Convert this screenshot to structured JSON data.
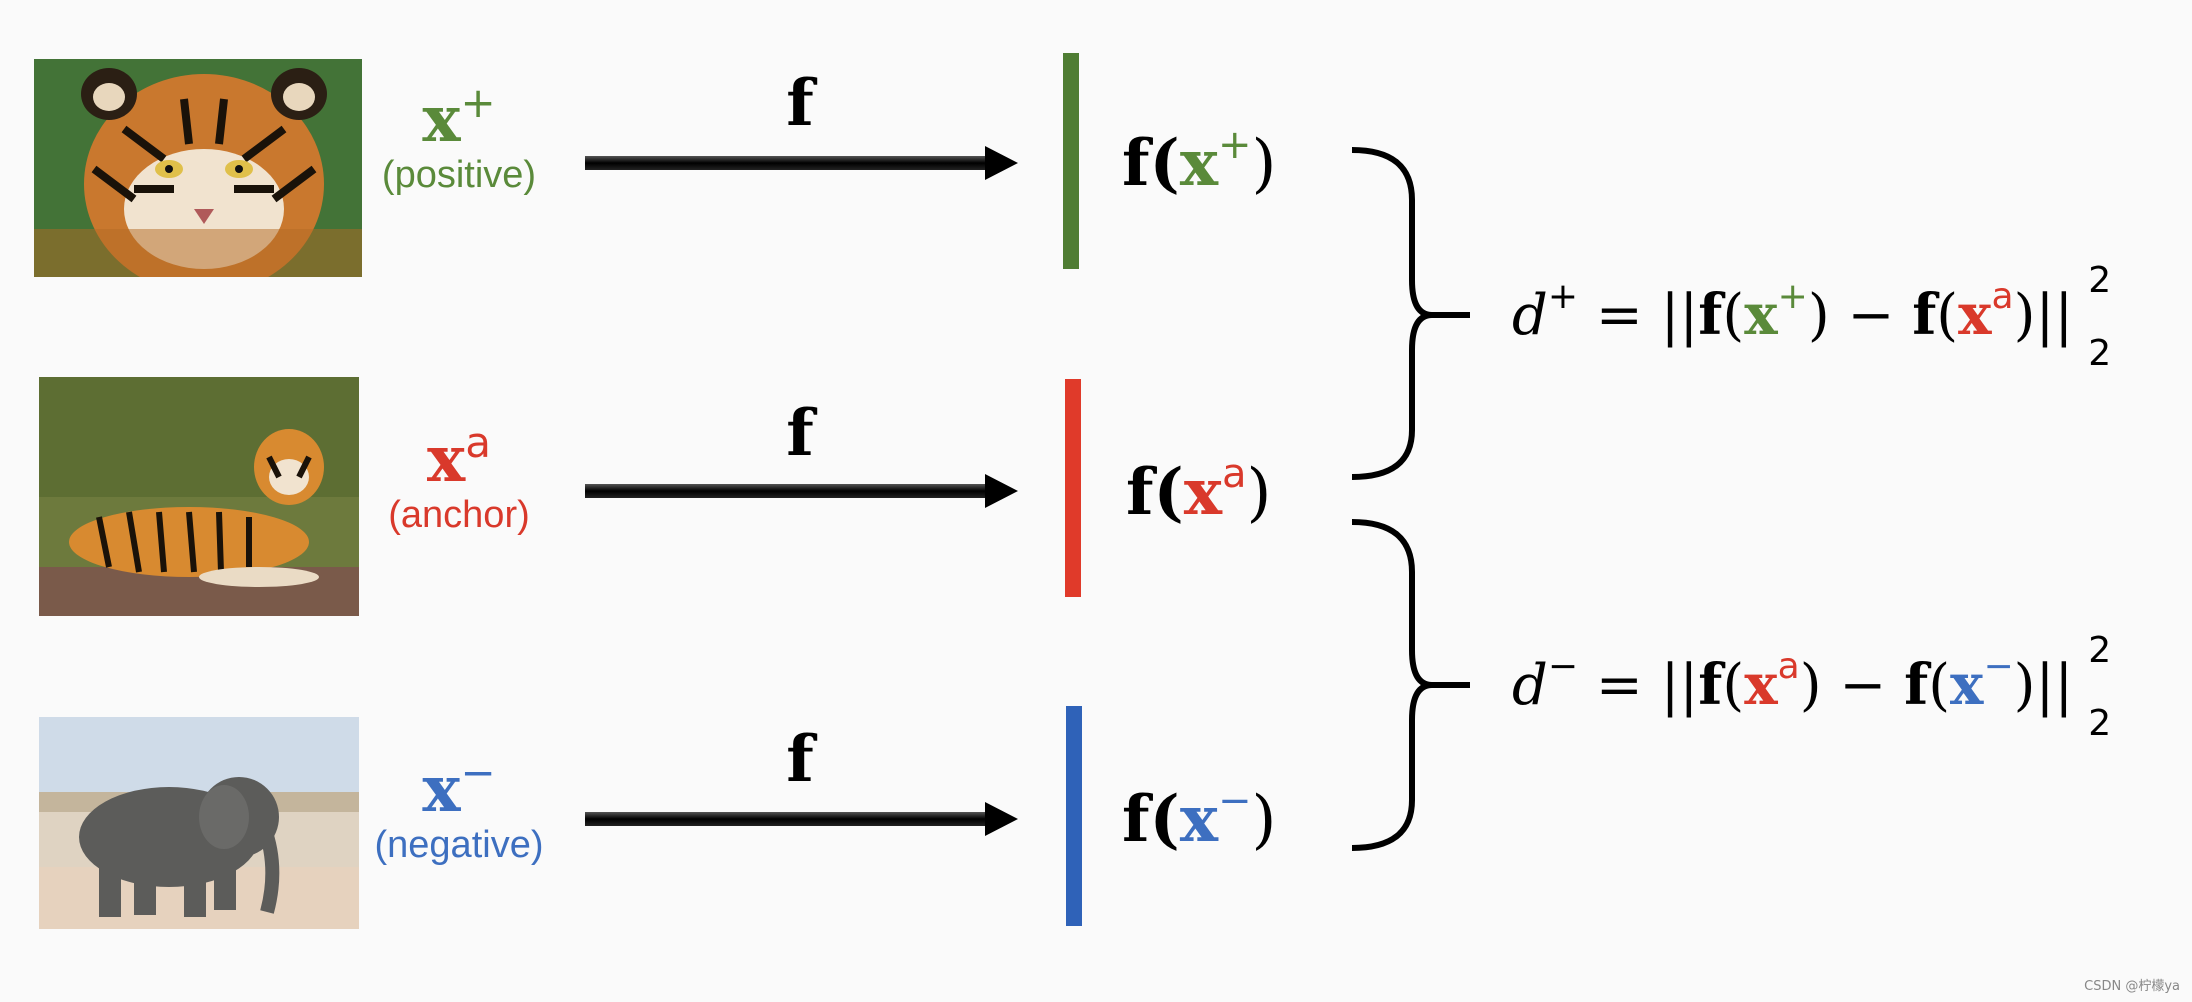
{
  "colors": {
    "positive": "#5a8a3a",
    "anchor": "#d9392b",
    "negative": "#3d6fc0",
    "arrow": "#111111"
  },
  "rows": [
    {
      "key": "positive",
      "sym_base": "x",
      "sym_sup": "+",
      "caption": "(positive)",
      "map_label": "f",
      "out_pre": "f(",
      "out_x": "x",
      "out_sup": "+",
      "out_post": ")",
      "photo_icon": "tiger-face-photo"
    },
    {
      "key": "anchor",
      "sym_base": "x",
      "sym_sup": "a",
      "caption": "(anchor)",
      "map_label": "f",
      "out_pre": "f(",
      "out_x": "x",
      "out_sup": "a",
      "out_post": ")",
      "photo_icon": "tiger-lying-photo"
    },
    {
      "key": "negative",
      "sym_base": "x",
      "sym_sup": "−",
      "caption": "(negative)",
      "map_label": "f",
      "out_pre": "f(",
      "out_x": "x",
      "out_sup": "−",
      "out_post": ")",
      "photo_icon": "elephant-photo"
    }
  ],
  "formulas": {
    "d_pos": {
      "lhs": "d",
      "lhs_sup": "+",
      "eq": " = ",
      "bars_l": "||",
      "f1": "f",
      "open1": "(",
      "x1": "x",
      "x1_sup": "+",
      "close1": ")",
      "minus": " − ",
      "f2": "f",
      "open2": "(",
      "x2": "x",
      "x2_sup": "a",
      "close2": ")",
      "bars_r": "||",
      "pow": "2",
      "sub": "2"
    },
    "d_neg": {
      "lhs": "d",
      "lhs_sup": "−",
      "eq": " = ",
      "bars_l": "||",
      "f1": "f",
      "open1": "(",
      "x1": "x",
      "x1_sup": "a",
      "close1": ")",
      "minus": " − ",
      "f2": "f",
      "open2": "(",
      "x2": "x",
      "x2_sup": "−",
      "close2": ")",
      "bars_r": "||",
      "pow": "2",
      "sub": "2"
    }
  },
  "watermark": "CSDN @柠檬ya"
}
